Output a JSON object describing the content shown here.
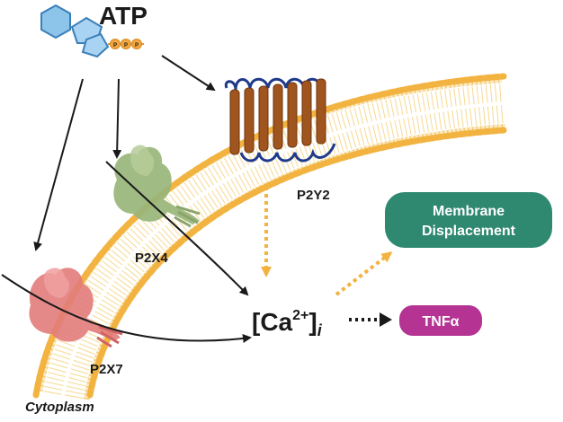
{
  "diagram": {
    "atp_label": "ATP",
    "phosphate_letter": "P",
    "receptors": {
      "p2y2": "P2Y2",
      "p2x4": "P2X4",
      "p2x7": "P2X7"
    },
    "calcium": {
      "open": "[Ca",
      "charge": "2+",
      "close": "]",
      "subscript": "i"
    },
    "membrane_displacement": [
      "Membrane",
      "Displacement"
    ],
    "tnf_label": "TNFα",
    "cytoplasm_label": "Cytoplasm"
  },
  "colors": {
    "membrane_head": "#f2b340",
    "membrane_tail": "#f7d992",
    "p2y2_helix": "#a0541e",
    "p2y2_loop": "#1f3a8a",
    "p2x4": "#98b57a",
    "p2x7": "#e27b7b",
    "atp_hexagon": "#8dc4ea",
    "atp_pentagon": "#a9d3f2",
    "phosphate": "#f2a640",
    "arrow_dotted": "#f2b340",
    "membrane_displacement_box": "#2f8870",
    "tnf_box": "#b43393"
  }
}
